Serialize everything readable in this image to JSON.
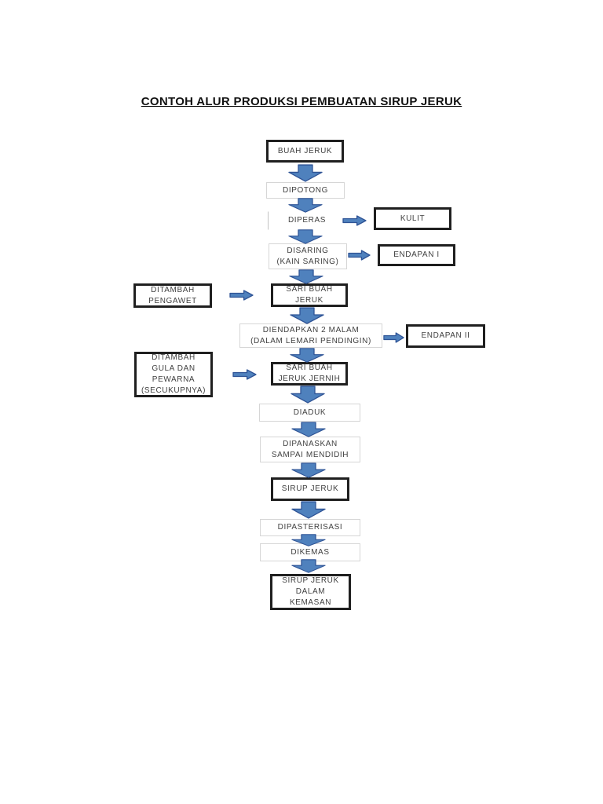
{
  "title": "CONTOH ALUR PRODUKSI PEMBUATAN SIRUP JERUK",
  "colors": {
    "arrow_fill": "#4f81bd",
    "arrow_stroke": "#2f5496",
    "box_border_strong": "#1f1f1f",
    "box_border_light": "#d6d6d6",
    "text": "#3f3f3f"
  },
  "nodes": {
    "buah_jeruk": {
      "label": "BUAH JERUK"
    },
    "dipotong": {
      "label": "DIPOTONG"
    },
    "diperas": {
      "label": "DIPERAS"
    },
    "kulit": {
      "label": "KULIT"
    },
    "disaring": {
      "label": "DISARING\n(KAIN SARING)"
    },
    "endapan_1": {
      "label": "ENDAPAN I"
    },
    "ditambah_pengawet": {
      "label": "DITAMBAH\nPENGAWET"
    },
    "sari_buah_jeruk": {
      "label": "SARI BUAH\nJERUK"
    },
    "diendapkan": {
      "label": "DIENDAPKAN 2 MALAM\n(DALAM LEMARI PENDINGIN)"
    },
    "endapan_2": {
      "label": "ENDAPAN II"
    },
    "ditambah_gula": {
      "label": "DITAMBAH\nGULA DAN\nPEWARNA\n(SECUKUPNYA)"
    },
    "sari_buah_jeruk_jernih": {
      "label": "SARI BUAH\nJERUK JERNIH"
    },
    "diaduk": {
      "label": "DIADUK"
    },
    "dipanaskan": {
      "label": "DIPANASKAN\nSAMPAI MENDIDIH"
    },
    "sirup_jeruk": {
      "label": "SIRUP JERUK"
    },
    "dipasterisasi": {
      "label": "DIPASTERISASI"
    },
    "dikemas": {
      "label": "DIKEMAS"
    },
    "sirup_jeruk_dalam_kemasan": {
      "label": "SIRUP JERUK\nDALAM\nKEMASAN"
    }
  }
}
